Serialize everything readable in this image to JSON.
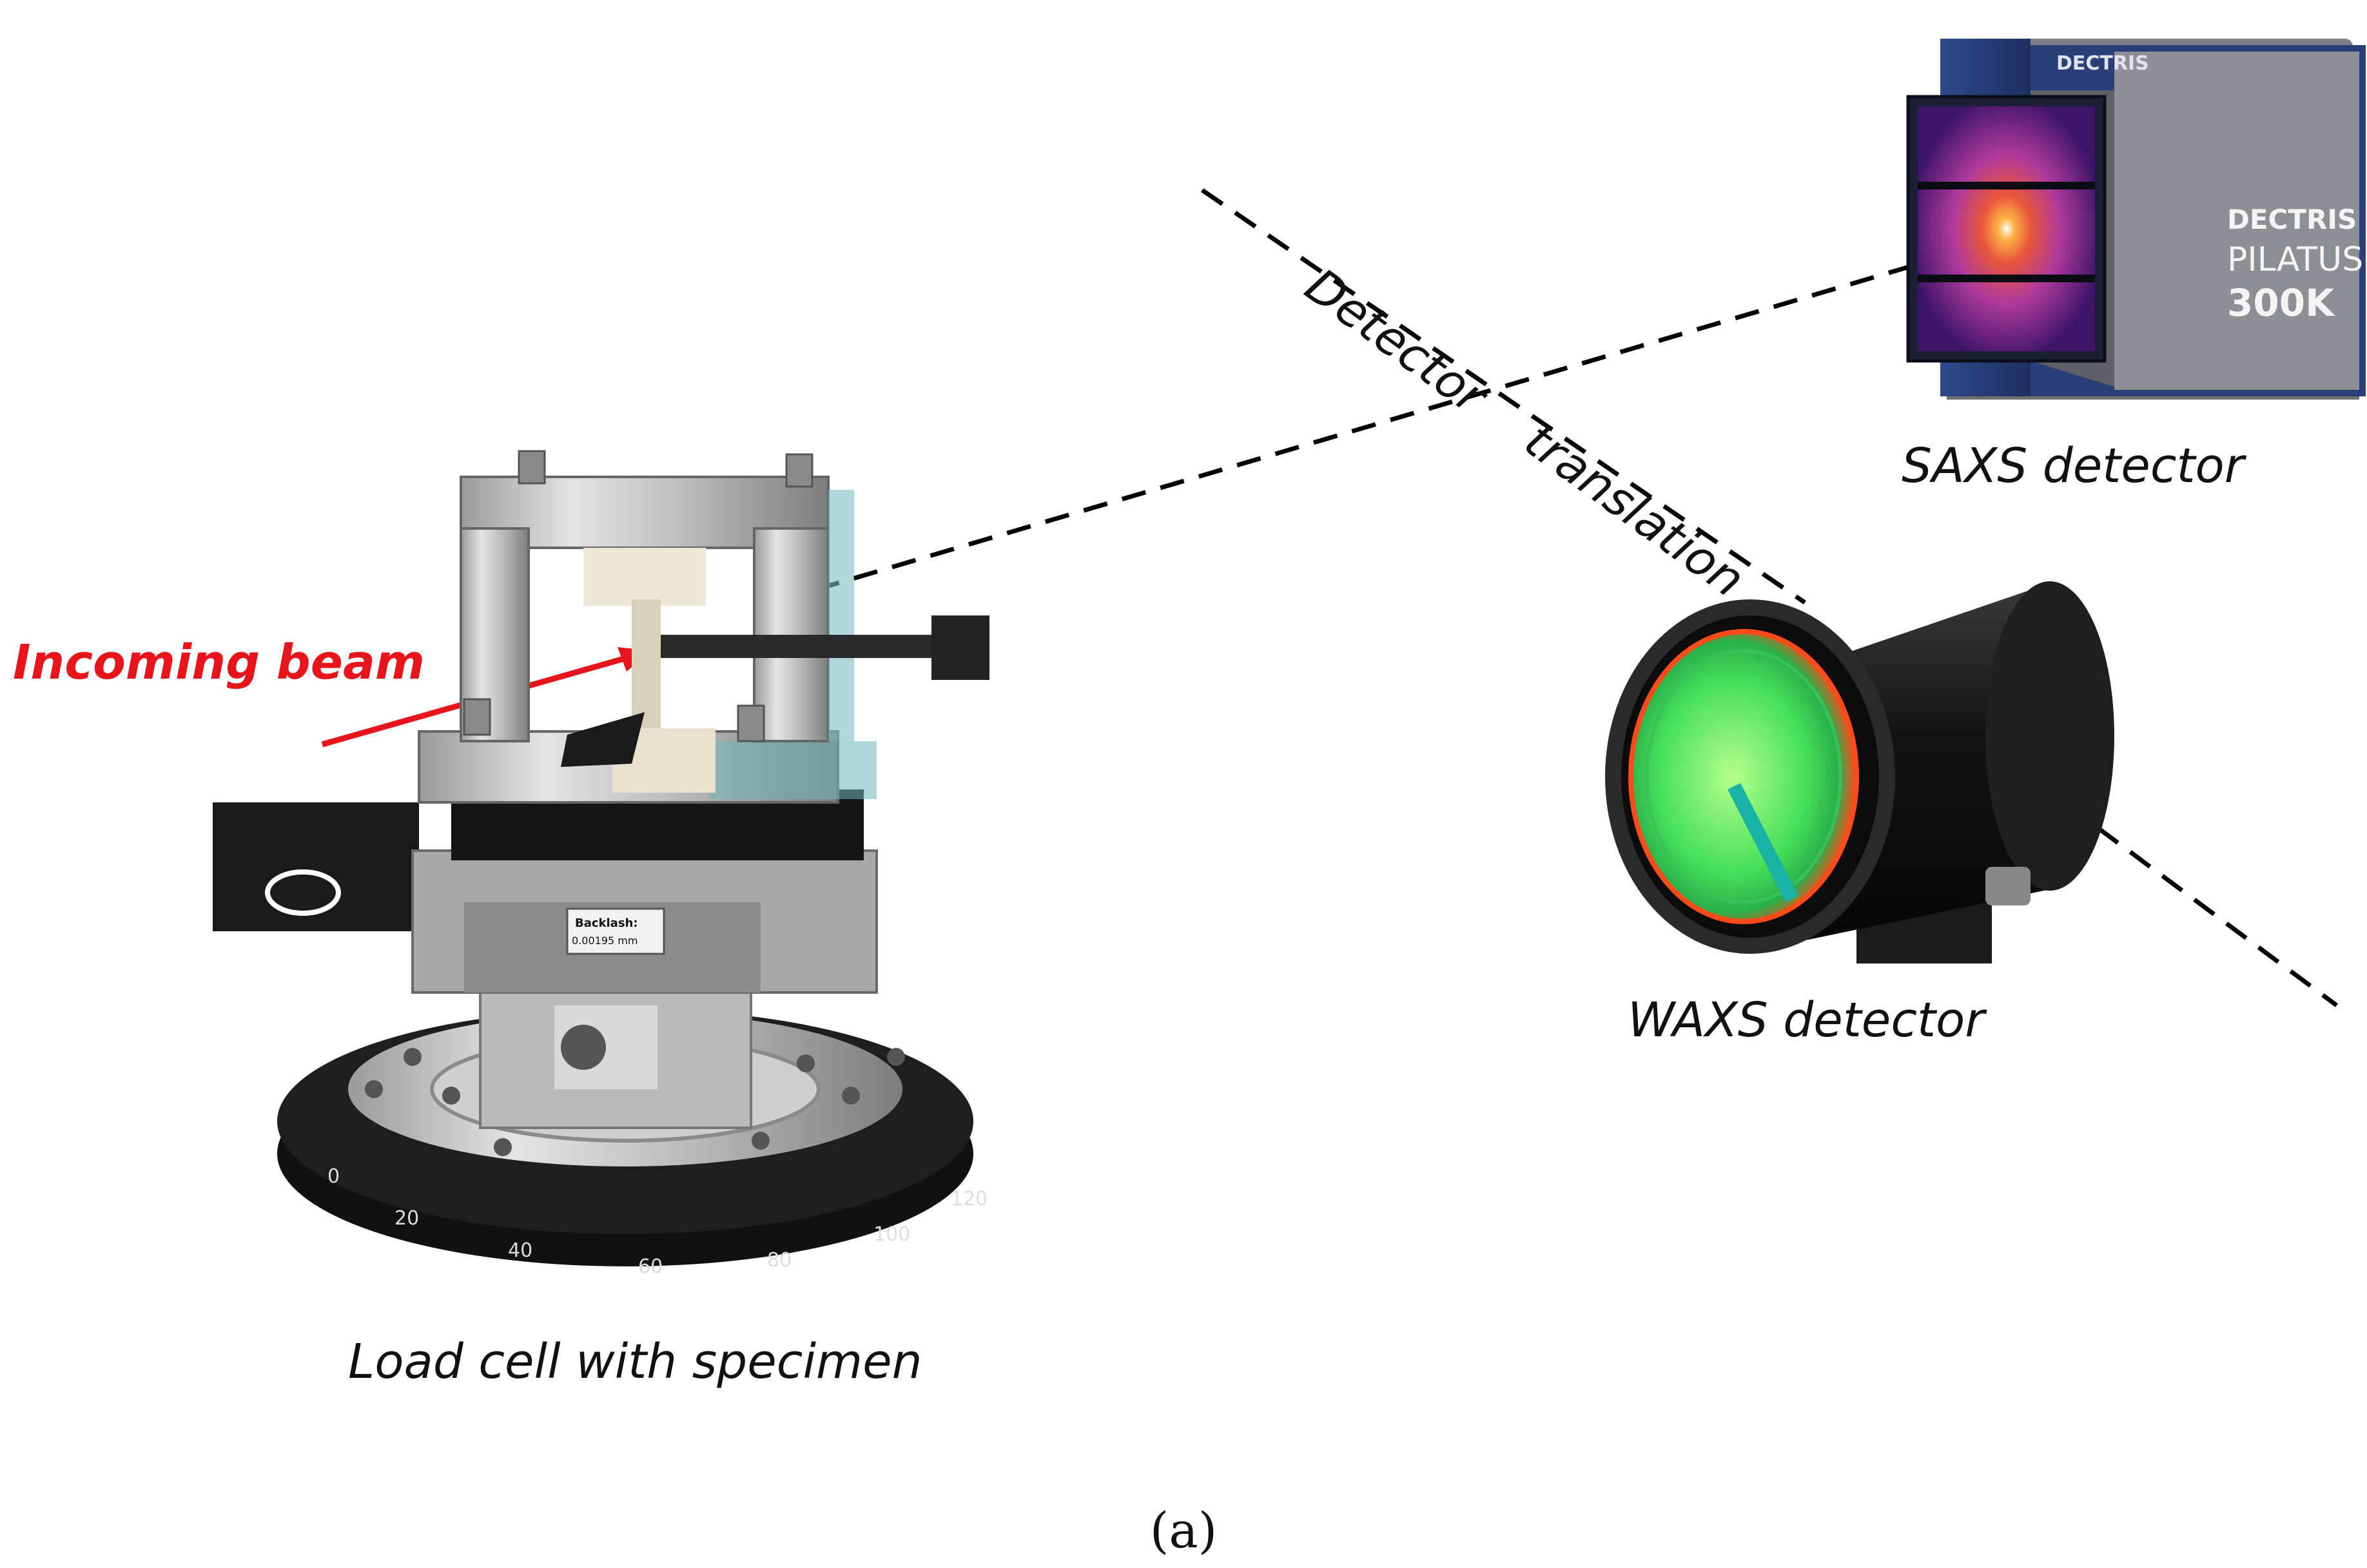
{
  "labels": {
    "incoming_beam": "Incoming beam",
    "load_cell": "Load cell with specimen",
    "saxs": "SAXS detector",
    "waxs": "WAXS detector",
    "detector_translation_1": "Detector",
    "detector_translation_2": "translation",
    "caption": "(a)"
  },
  "saxs_device": {
    "brand_top": "DECTRIS",
    "brand_side": "DECTRIS",
    "model": "PILATUS",
    "model_size": "300K"
  },
  "load_cell_device": {
    "backlash_label": "Backlash:",
    "backlash_value": "0.00195 mm",
    "dial_ticks": [
      "0",
      "20",
      "40",
      "60",
      "80",
      "100",
      "120"
    ]
  },
  "colors": {
    "beam": "#e8141b",
    "saxs_body": "#2f4a8c",
    "waxs_glow": "#46e05a"
  }
}
